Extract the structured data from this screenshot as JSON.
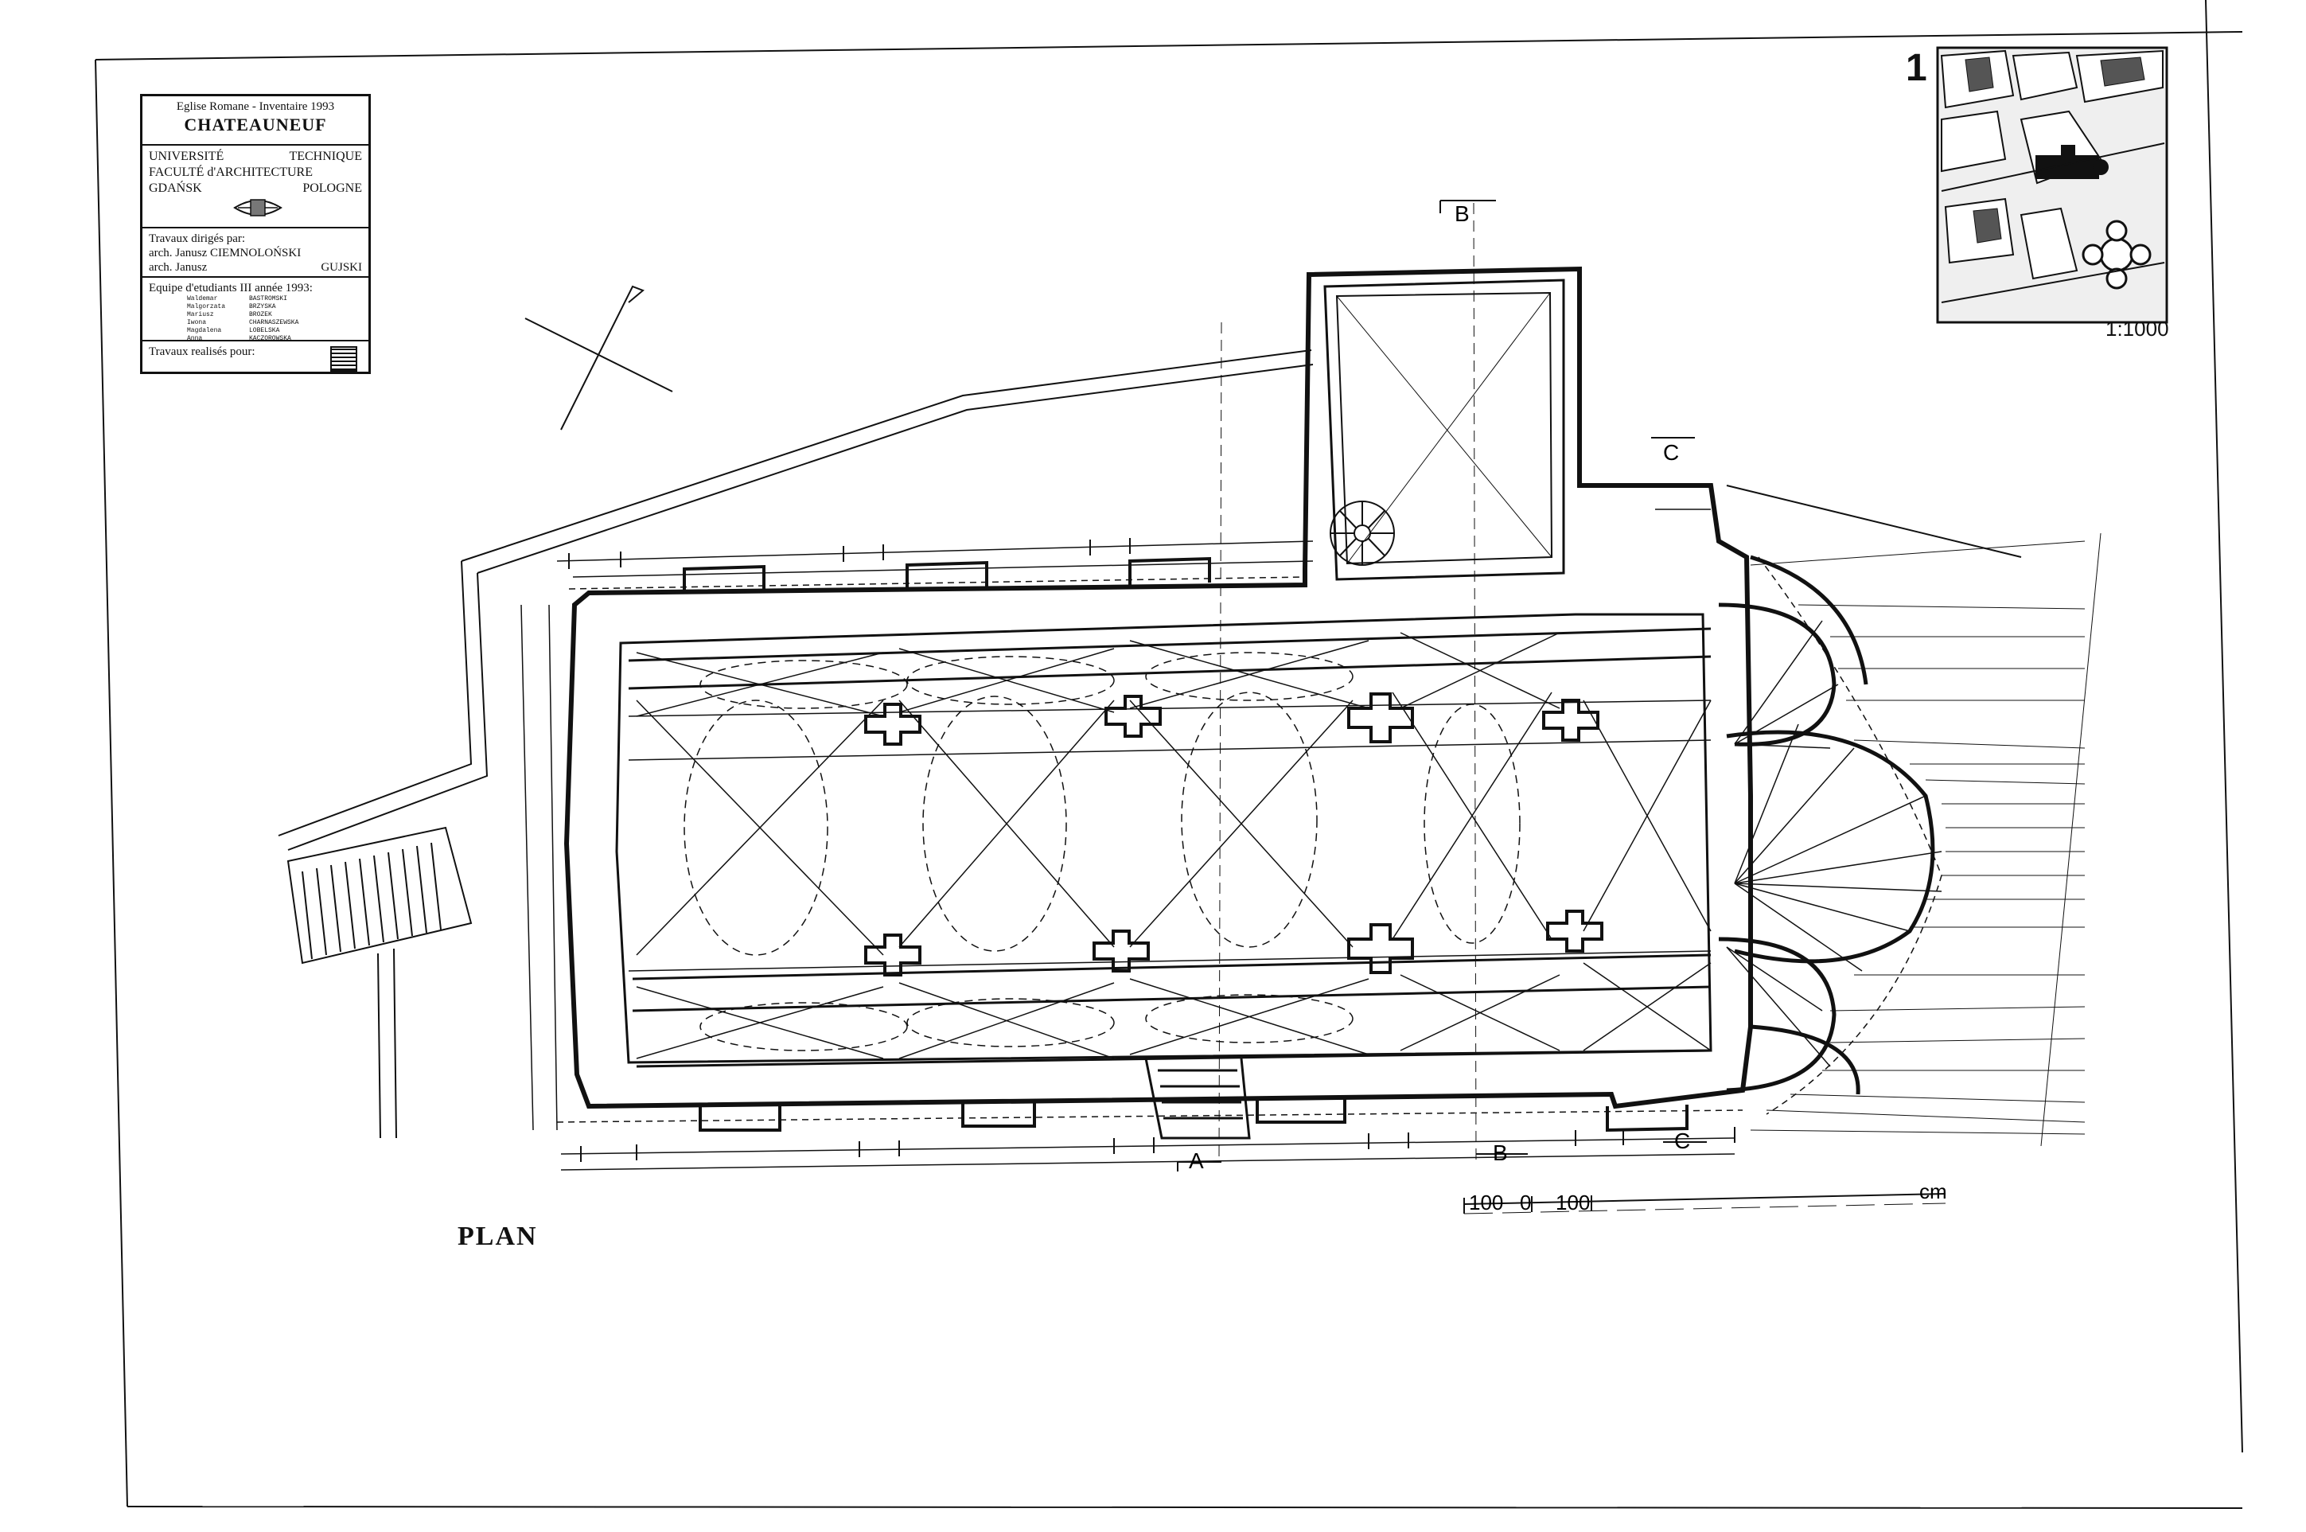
{
  "titleblock": {
    "header": "Eglise Romane  -  Inventaire 1993",
    "title": "CHATEAUNEUF",
    "univ_line1_left": "UNIVERSITÉ",
    "univ_line1_right": "TECHNIQUE",
    "univ_line2": "FACULTÉ  d'ARCHITECTURE",
    "univ_line3_left": "GDAŃSK",
    "univ_line3_right": "POLOGNE",
    "directed_by": "Travaux dirigés par:",
    "director1": "arch. Janusz CIEMNOLOŃSKI",
    "director2_left": "arch. Janusz",
    "director2_right": "GUJSKI",
    "team_head": "Equipe d'etudiants  III année 1993:",
    "members": [
      {
        "first": "Waldemar",
        "last": "BASTROMSKI"
      },
      {
        "first": "Malgorzata",
        "last": "BRZYSKA"
      },
      {
        "first": "Mariusz",
        "last": "BROZEK"
      },
      {
        "first": "Iwona",
        "last": "CHARNASZEWSKA"
      },
      {
        "first": "Magdalena",
        "last": "LOBELSKA"
      },
      {
        "first": "Anna",
        "last": "KACZOROWSKA"
      }
    ],
    "realized_for": "Travaux realisés pour:"
  },
  "sheet_number": "1",
  "location_scale": "1:1000",
  "plan_label": "PLAN",
  "scale_bar": {
    "left": "100",
    "zero": "0",
    "right": "100",
    "unit": "cm"
  },
  "sections": {
    "a": "A",
    "b": "B",
    "c": "C"
  }
}
